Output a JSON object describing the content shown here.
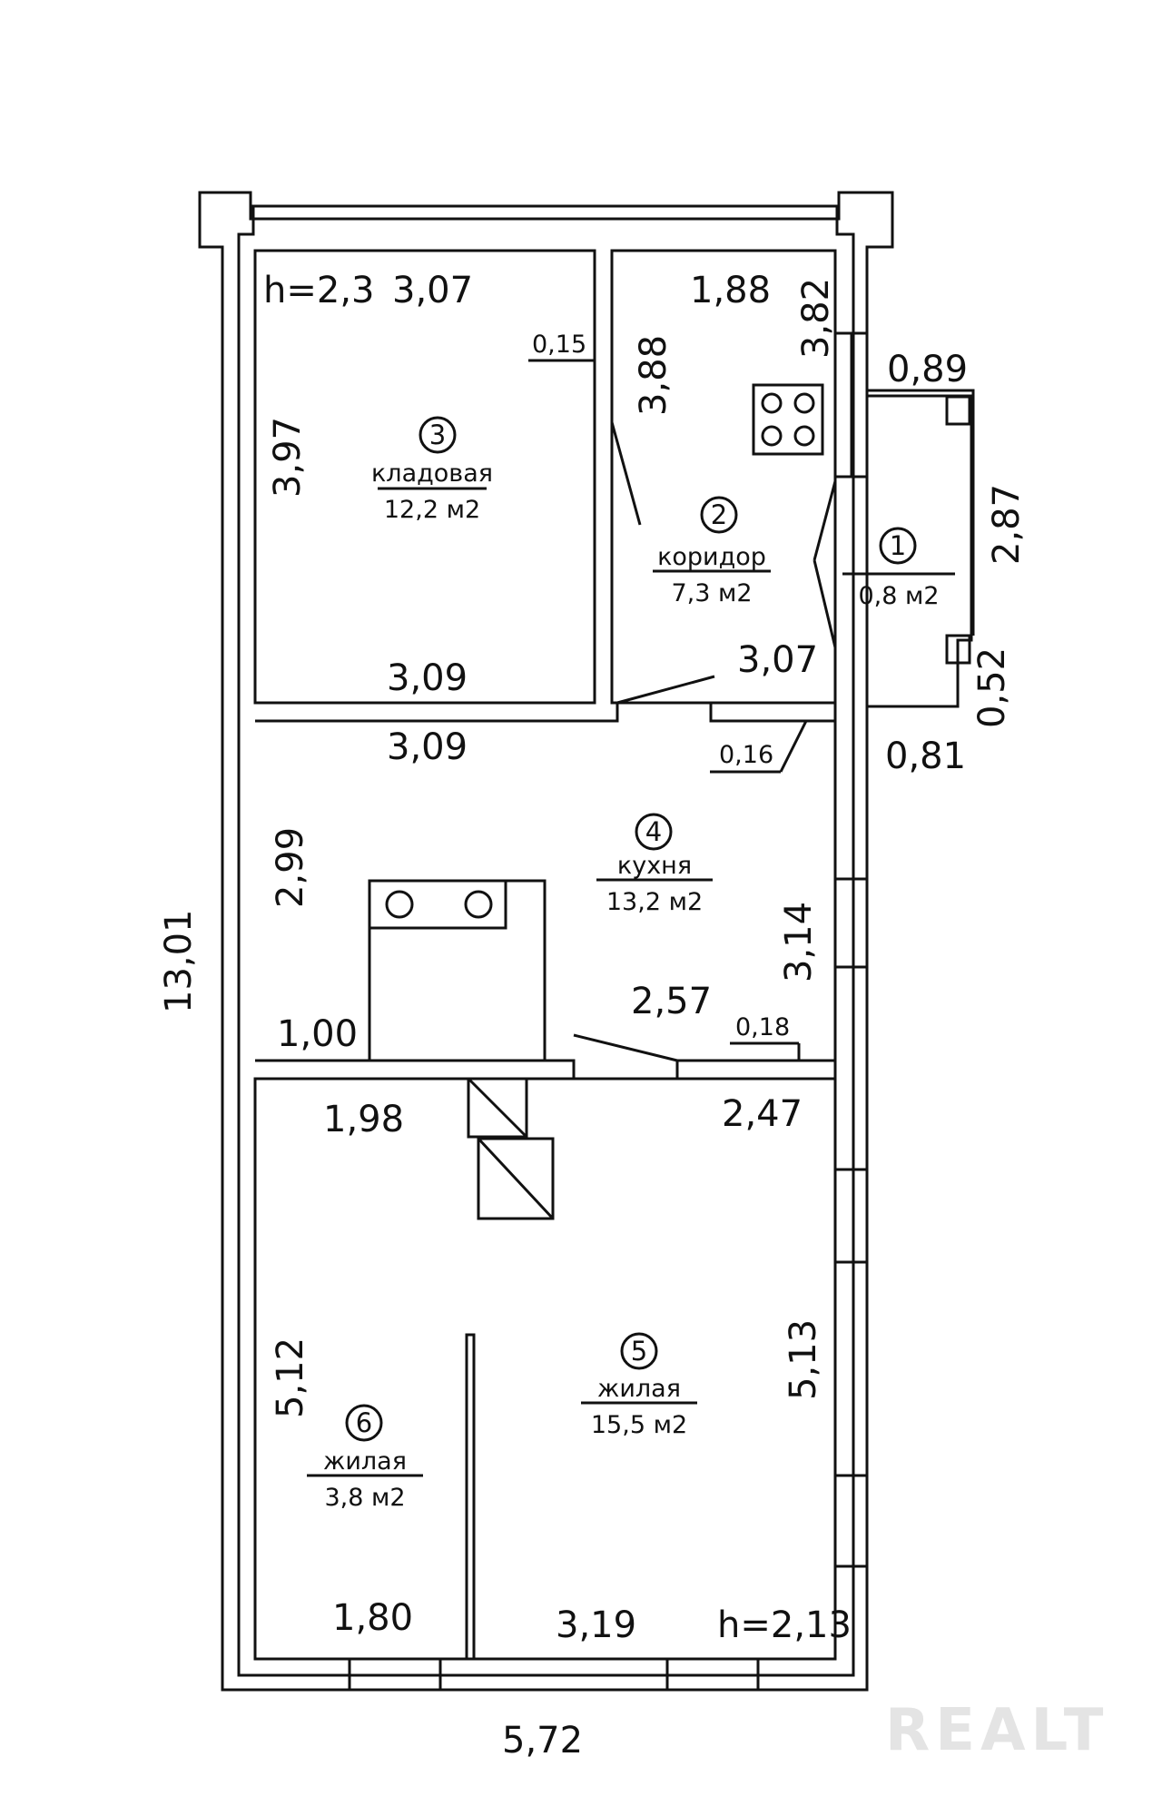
{
  "rooms": [
    {
      "id": "room-1",
      "number": "1",
      "name": "",
      "area": "0,8 м2"
    },
    {
      "id": "room-2",
      "number": "2",
      "name": "коридор",
      "area": "7,3 м2"
    },
    {
      "id": "room-3",
      "number": "3",
      "name": "кладовая",
      "area": "12,2 м2"
    },
    {
      "id": "room-4",
      "number": "4",
      "name": "кухня",
      "area": "13,2 м2"
    },
    {
      "id": "room-5",
      "number": "5",
      "name": "жилая",
      "area": "15,5 м2"
    },
    {
      "id": "room-6",
      "number": "6",
      "name": "жилая",
      "area": "3,8 м2"
    }
  ],
  "heights": {
    "top": "h=2,3",
    "bottom": "h=2,13"
  },
  "dimensions": {
    "overall_width": "5,72",
    "overall_length": "13,01",
    "room3_top": "3,07",
    "room3_bottom": "3,09",
    "room3_side": "3,97",
    "partition_015": "0,15",
    "corridor_side": "3,88",
    "corridor_top": "1,88",
    "corridor_right": "3,82",
    "corridor_bottom": "3,07",
    "vestibule_top": "0,89",
    "vestibule_side": "2,87",
    "vestibule_step": "0,52",
    "vestibule_bottom": "0,81",
    "wall_016": "0,16",
    "kitchen_top": "3,09",
    "kitchen_left": "2,99",
    "kitchen_right": "3,14",
    "kitchen_stove": "1,00",
    "kitchen_bottom": "2,57",
    "wall_018": "0,18",
    "room6_top": "1,98",
    "room5_top": "2,47",
    "room6_side": "5,12",
    "room5_side": "5,13",
    "room6_bottom": "1,80",
    "room5_bottom": "3,19"
  },
  "watermark": "REALT"
}
